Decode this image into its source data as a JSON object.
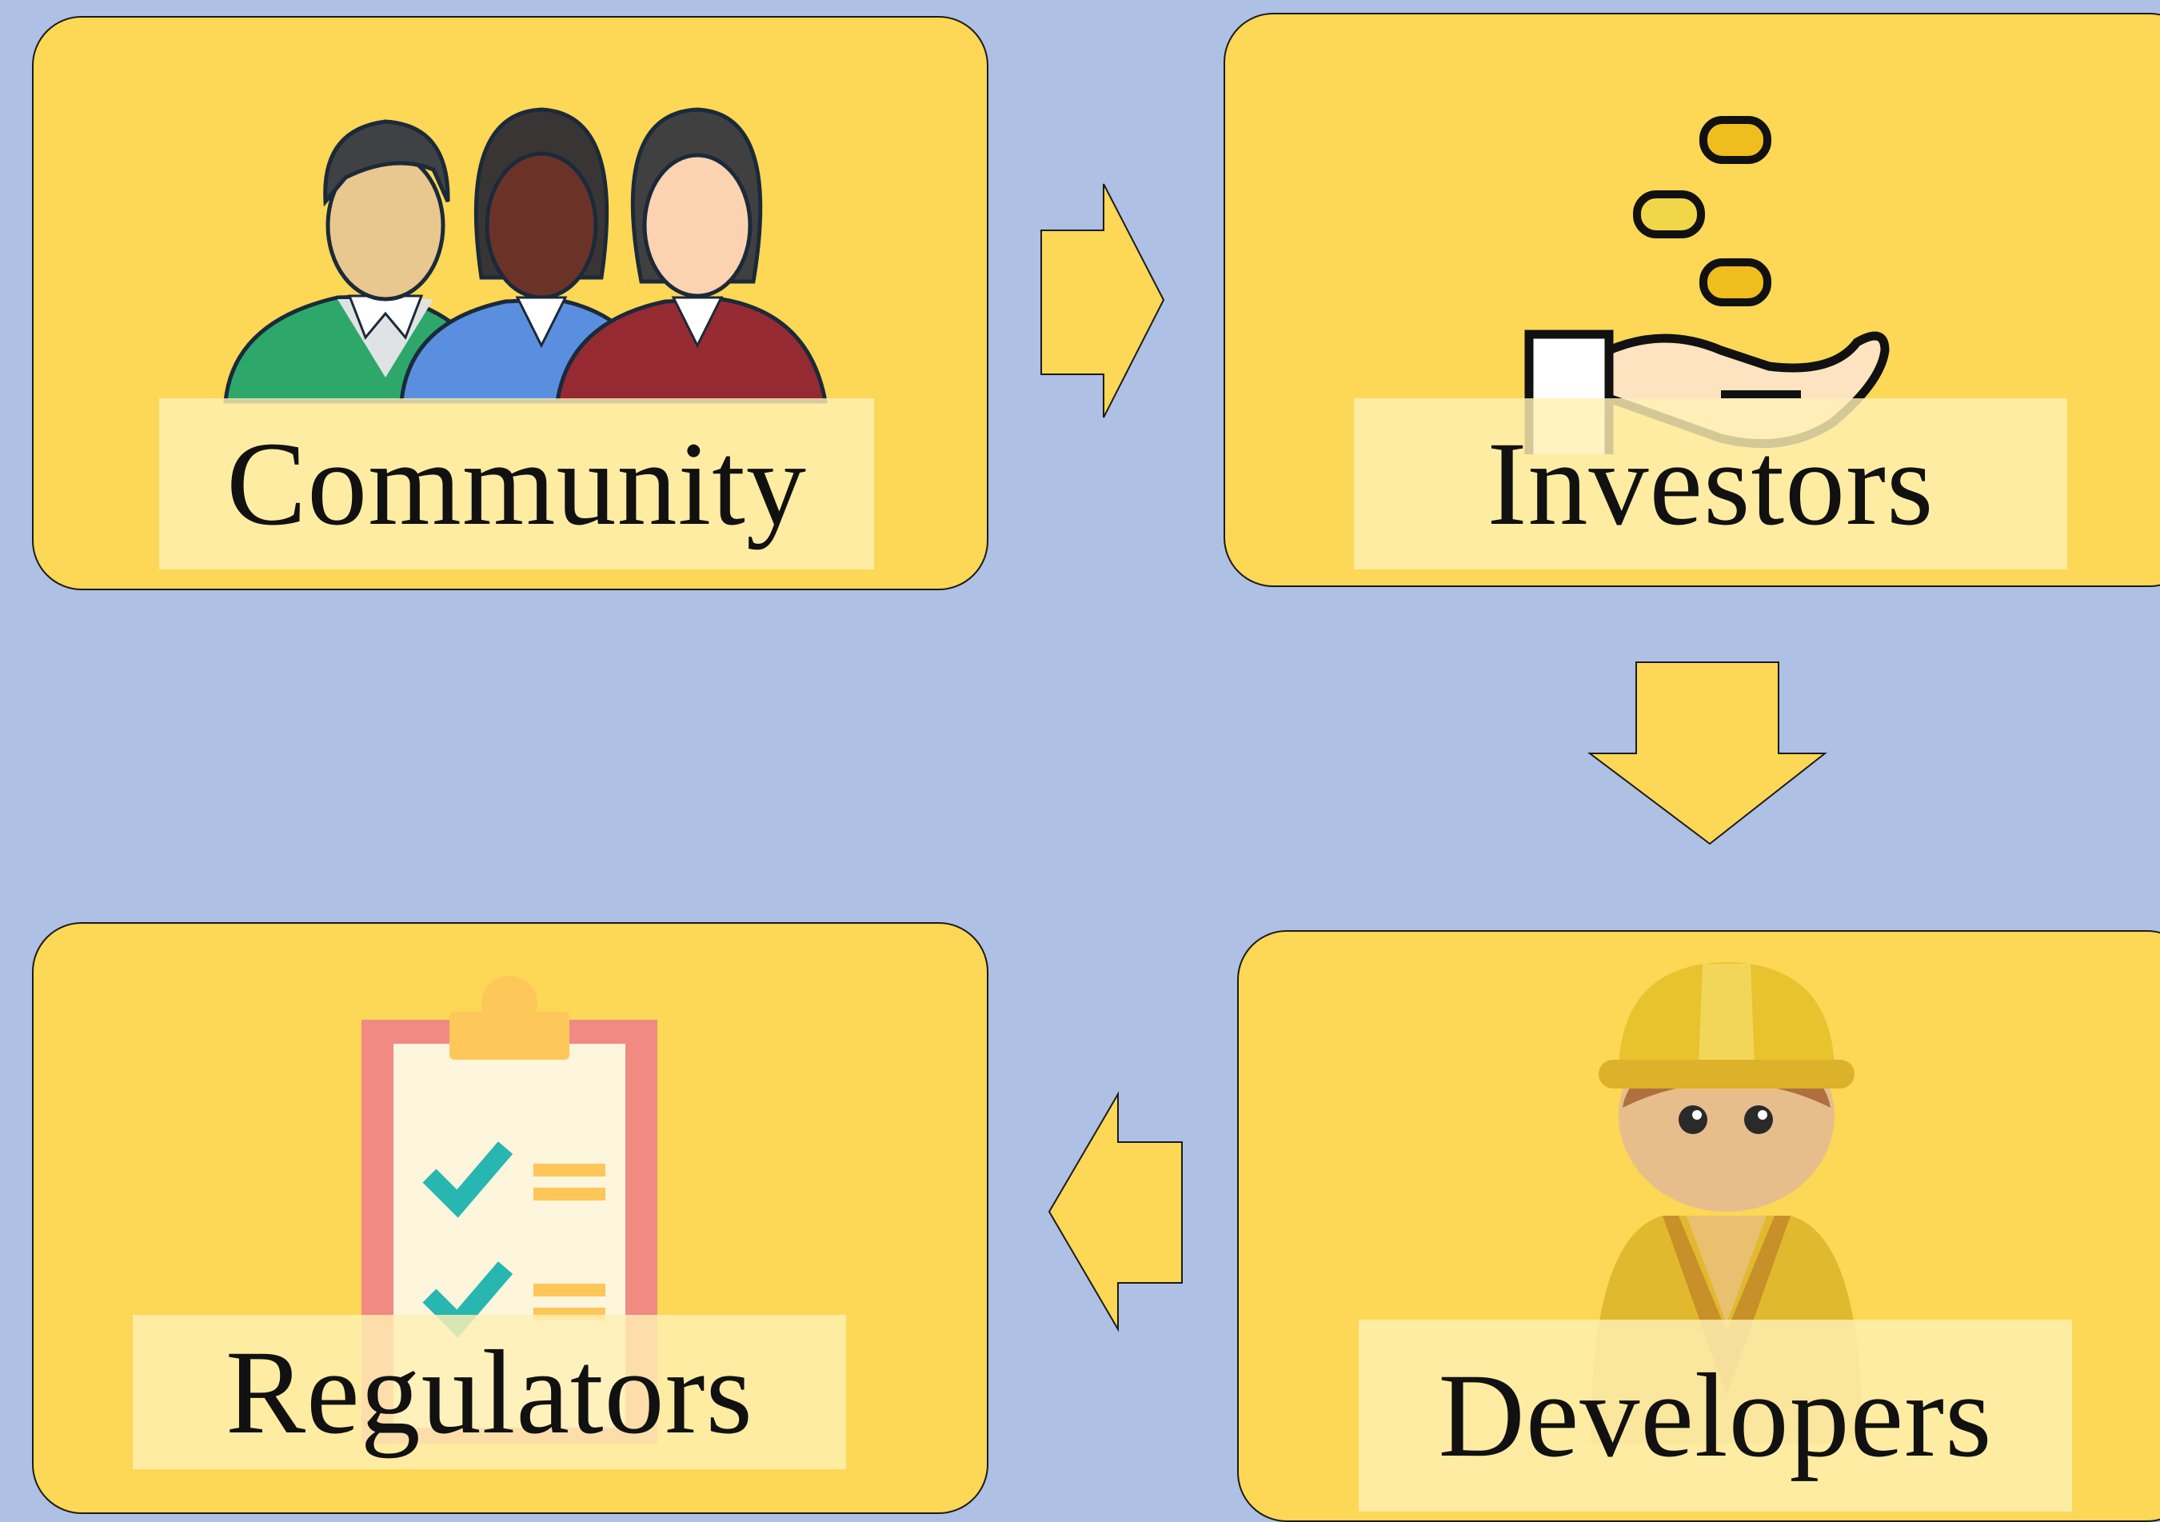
{
  "diagram": {
    "nodes": [
      {
        "id": "community",
        "label": "Community",
        "icon": "people-group-icon"
      },
      {
        "id": "investors",
        "label": "Investors",
        "icon": "hand-coins-icon"
      },
      {
        "id": "developers",
        "label": "Developers",
        "icon": "construction-worker-icon"
      },
      {
        "id": "regulators",
        "label": "Regulators",
        "icon": "clipboard-checklist-icon"
      }
    ],
    "edges": [
      {
        "from": "community",
        "to": "investors"
      },
      {
        "from": "investors",
        "to": "developers"
      },
      {
        "from": "developers",
        "to": "regulators"
      }
    ],
    "colors": {
      "background": "#aec0e4",
      "card": "#fdd756",
      "label_box": "#ffefb4",
      "arrow": "#fdd756"
    }
  }
}
